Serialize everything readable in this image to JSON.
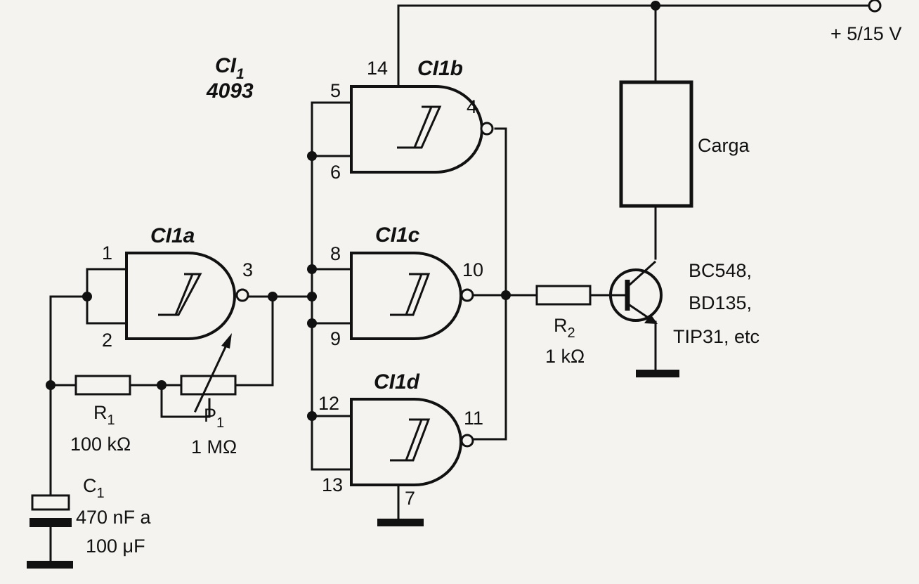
{
  "supply": {
    "label": "+ 5/15 V"
  },
  "ic": {
    "name": "CI",
    "name_sub": "1",
    "part": "4093"
  },
  "gates": {
    "a": {
      "label": "CI1a",
      "pins": [
        "1",
        "2",
        "3"
      ]
    },
    "b": {
      "label": "CI1b",
      "pins": [
        "5",
        "6",
        "4"
      ],
      "vcc_pin": "14"
    },
    "c": {
      "label": "CI1c",
      "pins": [
        "8",
        "9",
        "10"
      ]
    },
    "d": {
      "label": "CI1d",
      "pins": [
        "12",
        "13",
        "11"
      ],
      "gnd_pin": "7"
    }
  },
  "components": {
    "r1": {
      "name": "R",
      "sub": "1",
      "value": "100 kΩ"
    },
    "p1": {
      "name": "P",
      "sub": "1",
      "value": "1 MΩ"
    },
    "c1": {
      "name": "C",
      "sub": "1",
      "value_line1": "470 nF a",
      "value_line2": "100 μF"
    },
    "r2": {
      "name": "R",
      "sub": "2",
      "value": "1 kΩ"
    },
    "load": {
      "label": "Carga"
    },
    "transistor": {
      "options": [
        "BC548,",
        "BD135,",
        "TIP31, etc"
      ]
    }
  },
  "colors": {
    "ink": "#111111",
    "paper": "#f4f3ef"
  }
}
